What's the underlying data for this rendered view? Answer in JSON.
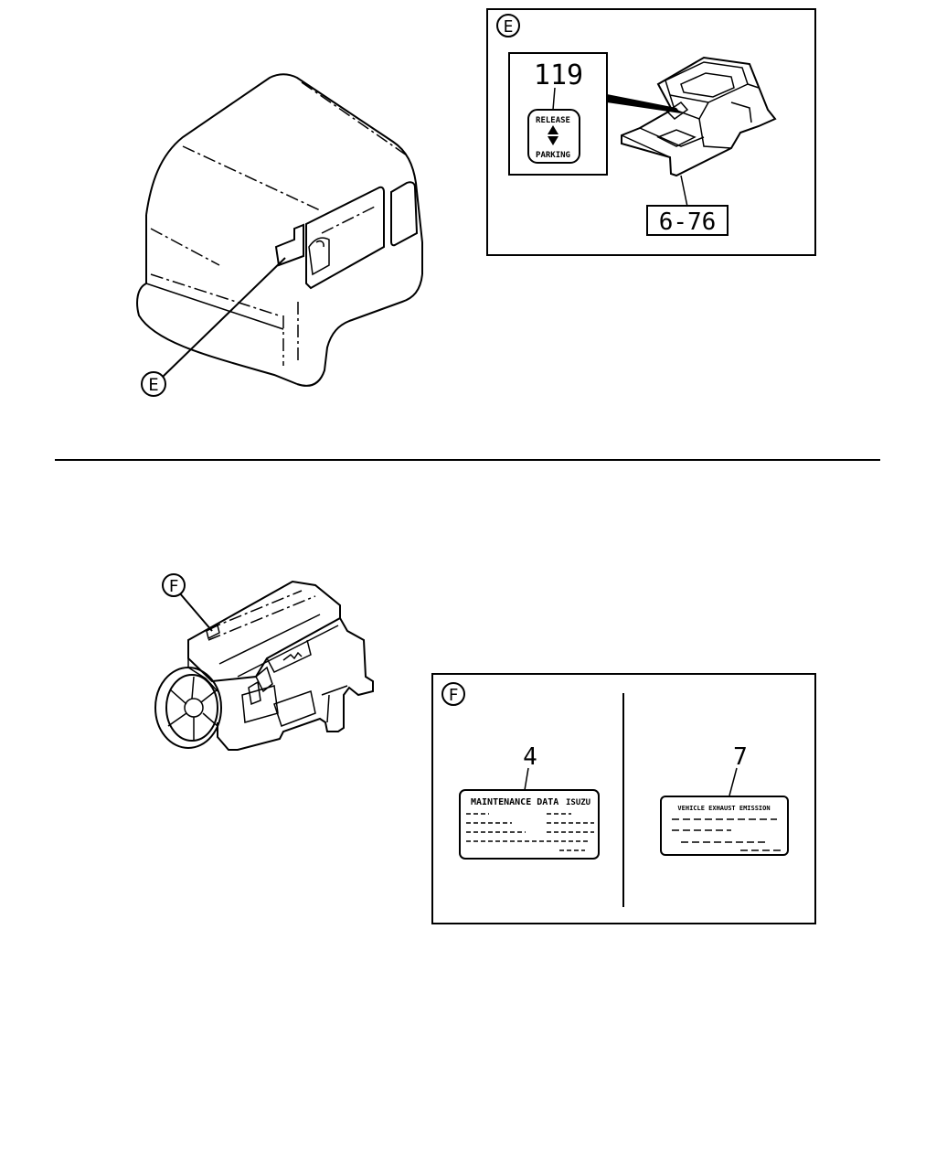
{
  "callouts": {
    "cab_ref": "E",
    "engine_ref": "F",
    "detail_e_ref": "E",
    "detail_f_ref": "F"
  },
  "detail_e": {
    "part_number": "119",
    "label_top": "RELEASE",
    "label_bottom": "PARKING",
    "ref_box": "6-76"
  },
  "detail_f": {
    "left_part_number": "4",
    "left_label_title": "MAINTENANCE DATA",
    "left_label_brand": "ISUZU",
    "right_part_number": "7",
    "right_label_title": "VEHICLE EXHAUST EMISSION"
  }
}
